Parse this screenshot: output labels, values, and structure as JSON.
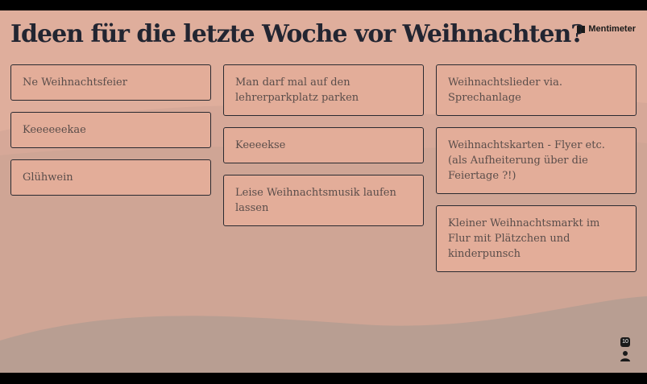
{
  "title": "Ideen für die letzte Woche vor Weihnachten?",
  "brand": {
    "name": "Mentimeter",
    "icon": "mentimeter-logo-icon"
  },
  "columns": [
    {
      "cards": [
        {
          "text": "Ne Weihnachtsfeier"
        },
        {
          "text": "Keeeeeekae"
        },
        {
          "text": "Glühwein"
        }
      ]
    },
    {
      "cards": [
        {
          "text": "Man darf mal auf den lehrerparkplatz parken"
        },
        {
          "text": "Keeeekse"
        },
        {
          "text": "Leise Weihnachtsmusik laufen lassen"
        }
      ]
    },
    {
      "cards": [
        {
          "text": "Weihnachtslieder via. Sprechanlage"
        },
        {
          "text": "Weihnachtskarten - Flyer etc. (als Aufheiterung über die Feiertage ?!)"
        },
        {
          "text": "Kleiner Weihnachtsmarkt im Flur mit Plätzchen und kinderpunsch"
        }
      ]
    }
  ],
  "controls": {
    "badge": "10",
    "badge_icon": "participants-badge-icon",
    "person_icon": "person-icon"
  },
  "colors": {
    "background": "#dfae9c",
    "card": "#e3ad99",
    "title": "#222531",
    "wave_dark": "#b89e92"
  }
}
